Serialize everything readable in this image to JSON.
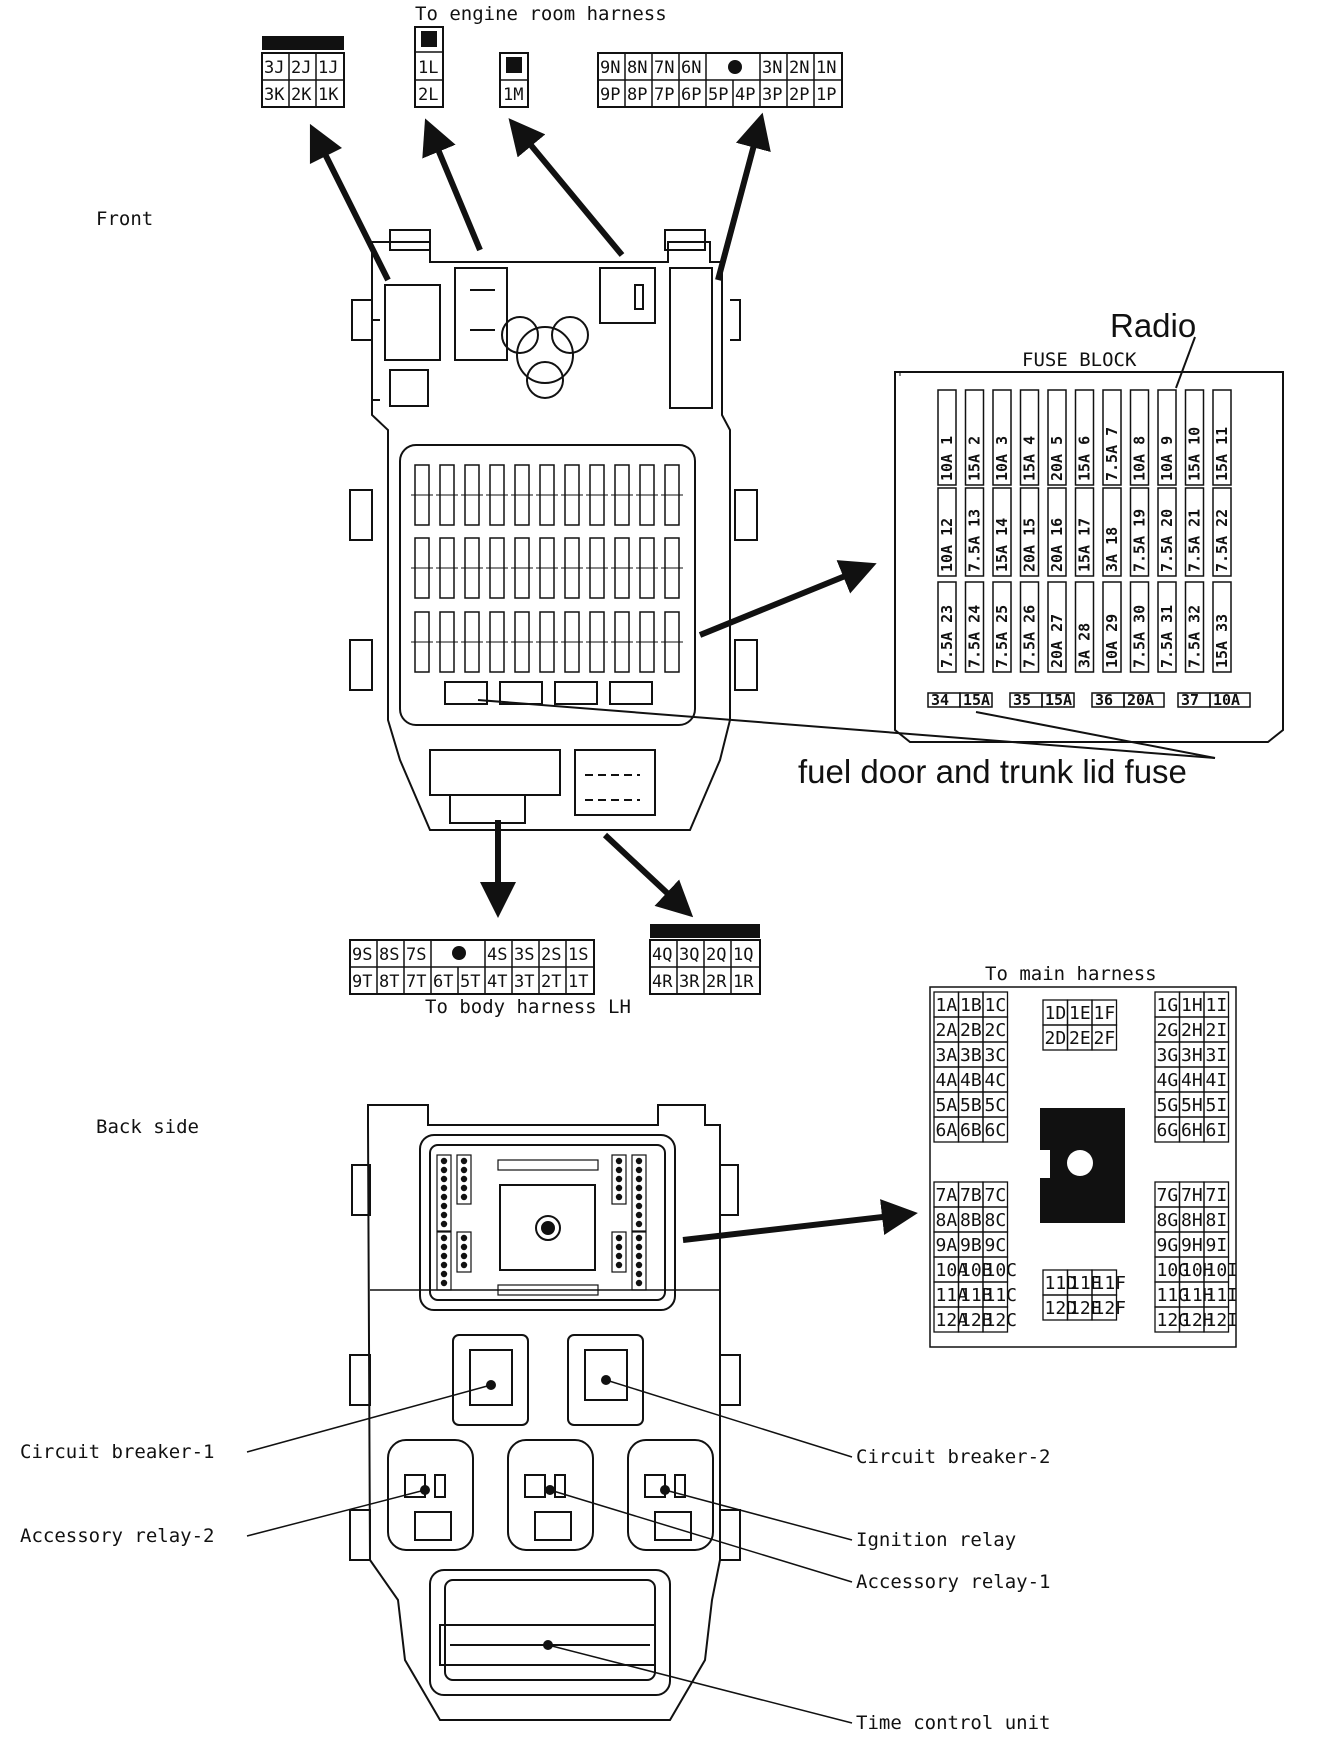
{
  "labels": {
    "engine_room_harness": "To engine room harness",
    "front": "Front",
    "radio": "Radio",
    "fuse_block": "FUSE BLOCK",
    "fuel_door": "fuel door and trunk lid fuse",
    "body_harness": "To body harness LH",
    "back_side": "Back side",
    "main_harness": "To main harness"
  },
  "connectors": {
    "jk": {
      "top": [
        "3J",
        "2J",
        "1J"
      ],
      "bottom": [
        "3K",
        "2K",
        "1K"
      ]
    },
    "l": [
      "1L",
      "2L"
    ],
    "m": "1M",
    "np": {
      "top": [
        "9N",
        "8N",
        "7N",
        "6N",
        "",
        "3N",
        "2N",
        "1N"
      ],
      "bottom": [
        "9P",
        "8P",
        "7P",
        "6P",
        "5P",
        "4P",
        "3P",
        "2P",
        "1P"
      ]
    },
    "st": {
      "top": [
        "9S",
        "8S",
        "7S",
        "",
        "4S",
        "3S",
        "2S",
        "1S"
      ],
      "bottom": [
        "9T",
        "8T",
        "7T",
        "6T",
        "5T",
        "4T",
        "3T",
        "2T",
        "1T"
      ]
    },
    "qr": {
      "top": [
        "4Q",
        "3Q",
        "2Q",
        "1Q"
      ],
      "bottom": [
        "4R",
        "3R",
        "2R",
        "1R"
      ]
    }
  },
  "fuses": {
    "row1": [
      "10A 1",
      "15A 2",
      "10A 3",
      "15A 4",
      "20A 5",
      "15A 6",
      "7.5A 7",
      "10A 8",
      "10A 9",
      "15A 10",
      "15A 11"
    ],
    "row2": [
      "10A 12",
      "7.5A 13",
      "15A 14",
      "20A 15",
      "20A 16",
      "15A 17",
      "3A 18",
      "7.5A 19",
      "7.5A 20",
      "7.5A 21",
      "7.5A 22"
    ],
    "row3": [
      "7.5A 23",
      "7.5A 24",
      "7.5A 25",
      "7.5A 26",
      "20A 27",
      "3A 28",
      "10A 29",
      "7.5A 30",
      "7.5A 31",
      "7.5A 32",
      "15A 33"
    ],
    "bottom": [
      [
        "34",
        "15A"
      ],
      [
        "35",
        "15A"
      ],
      [
        "36",
        "20A"
      ],
      [
        "37",
        "10A"
      ]
    ]
  },
  "main_grid": {
    "left_top": [
      [
        "1A",
        "1B",
        "1C"
      ],
      [
        "2A",
        "2B",
        "2C"
      ],
      [
        "3A",
        "3B",
        "3C"
      ],
      [
        "4A",
        "4B",
        "4C"
      ],
      [
        "5A",
        "5B",
        "5C"
      ],
      [
        "6A",
        "6B",
        "6C"
      ]
    ],
    "left_bottom": [
      [
        "7A",
        "7B",
        "7C"
      ],
      [
        "8A",
        "8B",
        "8C"
      ],
      [
        "9A",
        "9B",
        "9C"
      ],
      [
        "10A",
        "10B",
        "10C"
      ],
      [
        "11A",
        "11B",
        "11C"
      ],
      [
        "12A",
        "12B",
        "12C"
      ]
    ],
    "mid_top": [
      [
        "1D",
        "1E",
        "1F"
      ],
      [
        "2D",
        "2E",
        "2F"
      ]
    ],
    "mid_bottom": [
      [
        "11D",
        "11E",
        "11F"
      ],
      [
        "12D",
        "12E",
        "12F"
      ]
    ],
    "right_top": [
      [
        "1G",
        "1H",
        "1I"
      ],
      [
        "2G",
        "2H",
        "2I"
      ],
      [
        "3G",
        "3H",
        "3I"
      ],
      [
        "4G",
        "4H",
        "4I"
      ],
      [
        "5G",
        "5H",
        "5I"
      ],
      [
        "6G",
        "6H",
        "6I"
      ]
    ],
    "right_bottom": [
      [
        "7G",
        "7H",
        "7I"
      ],
      [
        "8G",
        "8H",
        "8I"
      ],
      [
        "9G",
        "9H",
        "9I"
      ],
      [
        "10G",
        "10H",
        "10I"
      ],
      [
        "11G",
        "11H",
        "11I"
      ],
      [
        "12G",
        "12H",
        "12I"
      ]
    ]
  },
  "back_components": {
    "circuit_breaker_1": "Circuit breaker-1",
    "circuit_breaker_2": "Circuit breaker-2",
    "accessory_relay_2": "Accessory relay-2",
    "ignition_relay": "Ignition relay",
    "accessory_relay_1": "Accessory relay-1",
    "time_control_unit": "Time control unit"
  }
}
